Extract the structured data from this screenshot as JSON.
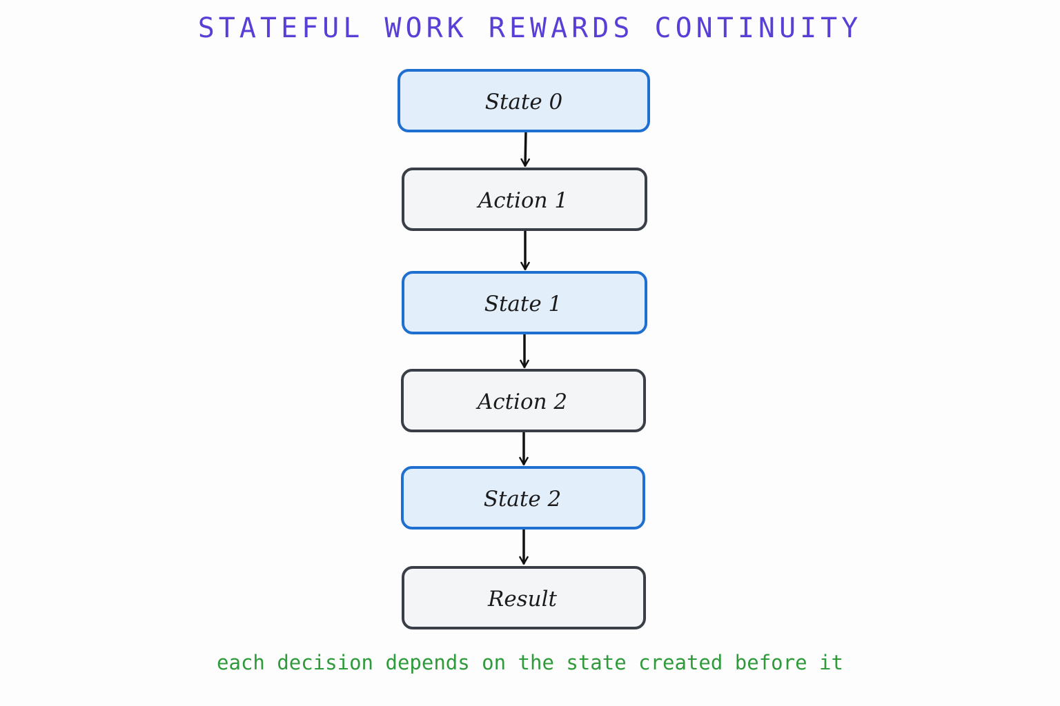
{
  "title": "STATEFUL WORK REWARDS CONTINUITY",
  "nodes": [
    {
      "label": "State 0",
      "kind": "state"
    },
    {
      "label": "Action 1",
      "kind": "action"
    },
    {
      "label": "State 1",
      "kind": "state"
    },
    {
      "label": "Action 2",
      "kind": "action"
    },
    {
      "label": "State 2",
      "kind": "state"
    },
    {
      "label": "Result",
      "kind": "action"
    }
  ],
  "edges": [
    {
      "from": "State 0",
      "to": "Action 1"
    },
    {
      "from": "Action 1",
      "to": "State 1"
    },
    {
      "from": "State 1",
      "to": "Action 2"
    },
    {
      "from": "Action 2",
      "to": "State 2"
    },
    {
      "from": "State 2",
      "to": "Result"
    }
  ],
  "caption": "each decision depends on the state created before it",
  "colors": {
    "title": "#5a3fd6",
    "state_fill": "#e3eefb",
    "state_stroke": "#1f6fd1",
    "action_fill": "#f4f5f6",
    "action_stroke": "#3a3f47",
    "arrow": "#111111",
    "caption": "#2e9a3a"
  }
}
